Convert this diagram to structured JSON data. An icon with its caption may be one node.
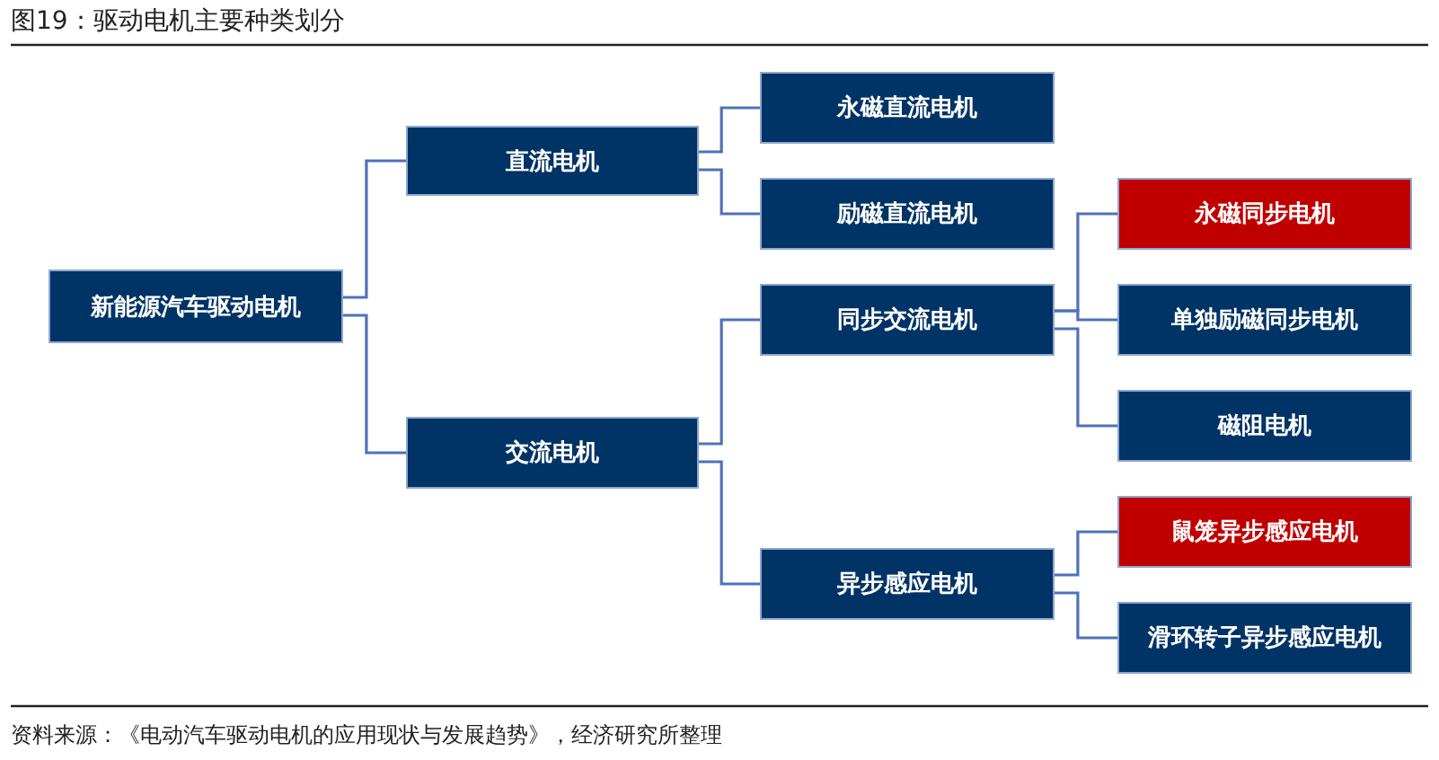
{
  "diagram": {
    "title": "图19：驱动电机主要种类划分",
    "nodes": [
      {
        "text": [
          "新能源汽车驱动电机"
        ]
      },
      {
        "text": [
          "直流电机"
        ]
      },
      {
        "text": [
          "交流电机"
        ]
      },
      {
        "text": [
          "永磁直流电机"
        ]
      },
      {
        "text": [
          "励磁直流电机"
        ]
      },
      {
        "text": [
          "同步交流电机"
        ]
      },
      {
        "text": [
          "异步感应电机"
        ]
      },
      {
        "text": [
          "永磁同步电机"
        ]
      },
      {
        "text": [
          "单独励磁同步电机"
        ]
      },
      {
        "text": [
          "磁阻电机"
        ]
      },
      {
        "text": [
          "鼠笼异步感应电机"
        ]
      },
      {
        "text": [
          "滑环转子异步感应电机"
        ]
      }
    ],
    "edges": [
      {
        "from": 0,
        "to": 1,
        "arrow": "none"
      },
      {
        "from": 0,
        "to": 2,
        "arrow": "none"
      },
      {
        "from": 1,
        "to": 3,
        "arrow": "none"
      },
      {
        "from": 1,
        "to": 4,
        "arrow": "none"
      },
      {
        "from": 2,
        "to": 5,
        "arrow": "none"
      },
      {
        "from": 2,
        "to": 6,
        "arrow": "none"
      },
      {
        "from": 5,
        "to": 7,
        "arrow": "none"
      },
      {
        "from": 5,
        "to": 8,
        "arrow": "none"
      },
      {
        "from": 5,
        "to": 9,
        "arrow": "none"
      },
      {
        "from": 6,
        "to": 10,
        "arrow": "none"
      },
      {
        "from": 6,
        "to": 11,
        "arrow": "none"
      }
    ],
    "caption": "资料来源：《电动汽车驱动电机的应用现状与发展趋势》，经济研究所整理"
  }
}
